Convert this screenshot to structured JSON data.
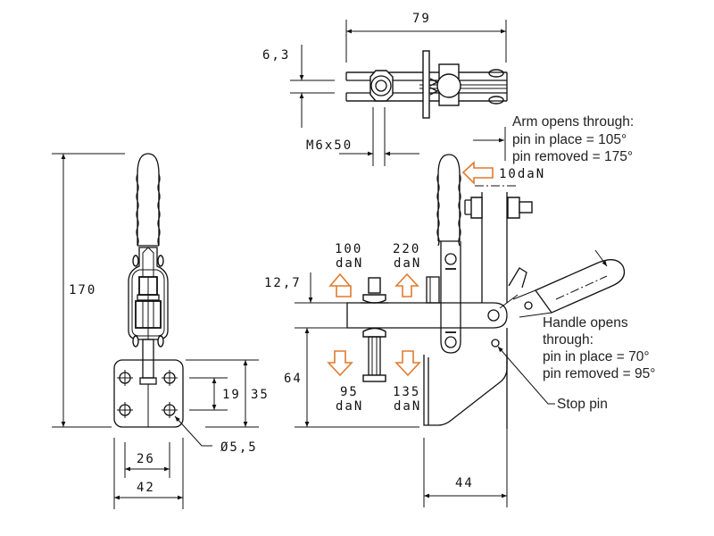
{
  "title": "Vertical toggle clamp dimension drawing",
  "colors": {
    "line": "#111111",
    "force_arrow": "#e07a2e",
    "background": "#ffffff"
  },
  "front_view": {
    "dimensions": {
      "height": "170",
      "base_height": "35",
      "hole_spacing_v": "19",
      "hole_spacing_h": "26",
      "base_width": "42",
      "hole_diameter": "Ø5,5"
    }
  },
  "top_view": {
    "dimensions": {
      "length": "79",
      "thickness": "6,3",
      "bolt": "M6x50"
    }
  },
  "side_view": {
    "dimensions": {
      "spindle_offset": "12,7",
      "spindle_height": "64",
      "base_depth": "44"
    },
    "forces": {
      "handle": "10daN",
      "up_left": {
        "value": "100",
        "unit": "daN"
      },
      "up_right": {
        "value": "220",
        "unit": "daN"
      },
      "down_left": {
        "value": "95",
        "unit": "daN"
      },
      "down_right": {
        "value": "135",
        "unit": "daN"
      }
    },
    "notes": {
      "arm": [
        "Arm opens through:",
        "pin in place = 105°",
        "pin removed = 175°"
      ],
      "handle": [
        "Handle opens",
        "through:",
        "pin in place = 70°",
        "pin removed = 95°"
      ],
      "stop_pin": "Stop pin"
    }
  }
}
